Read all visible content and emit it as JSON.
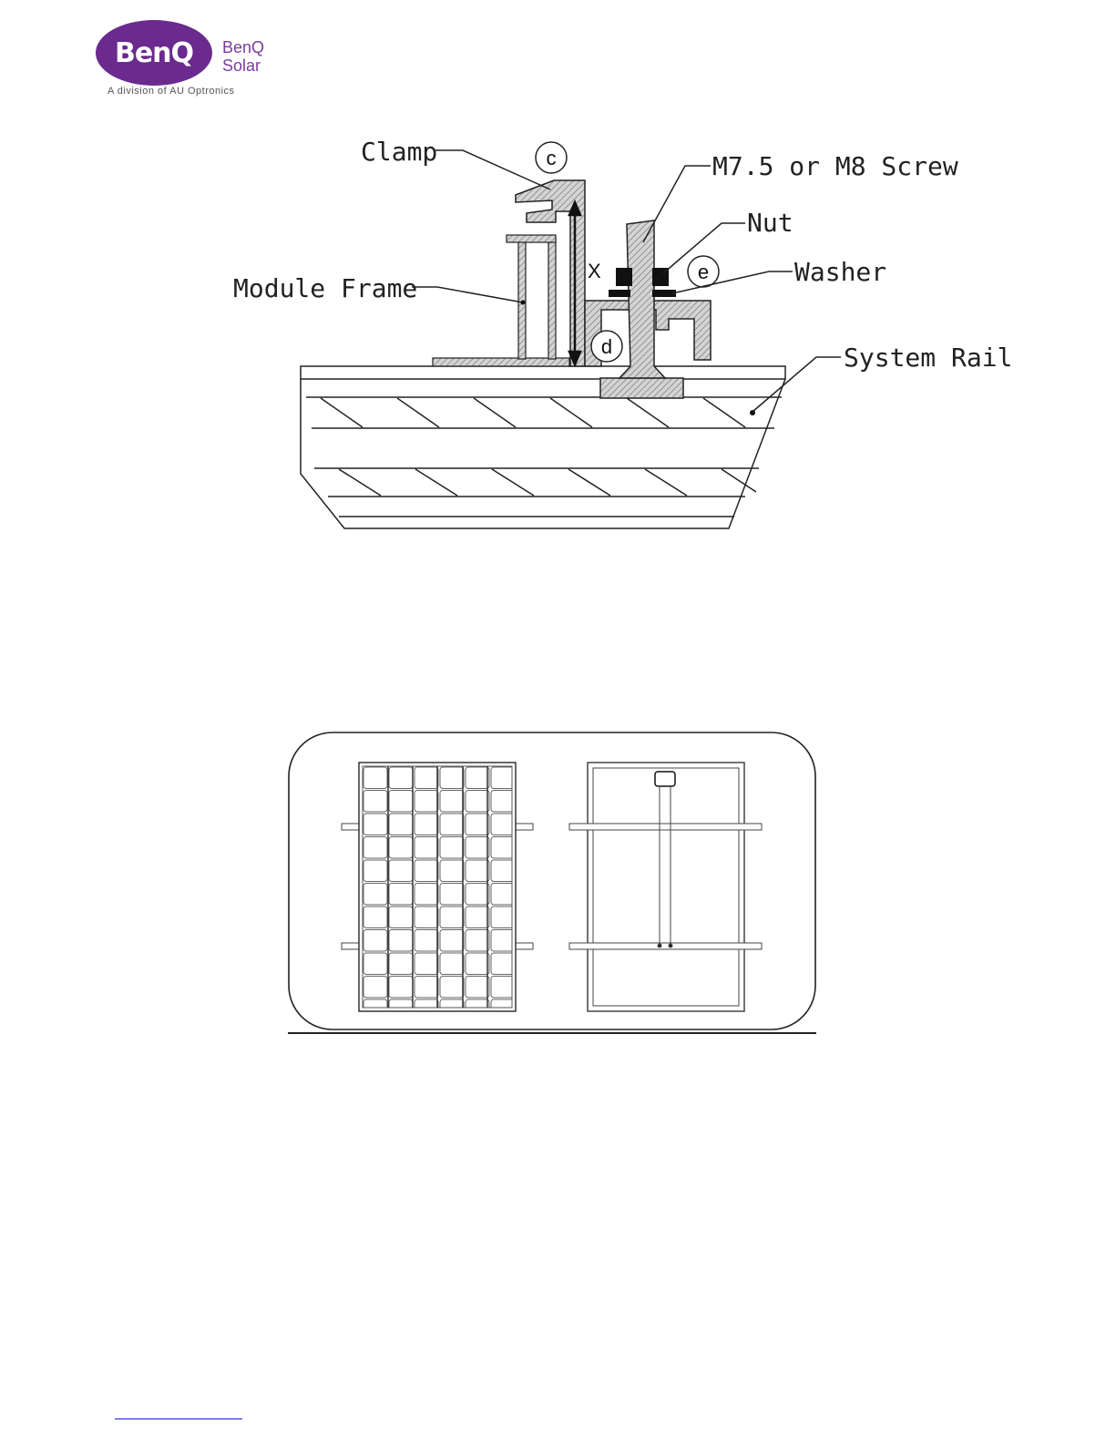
{
  "logo": {
    "mark": "BenQ",
    "brand_line1": "BenQ",
    "brand_line2": "Solar",
    "tagline": "A division of AU Optronics"
  },
  "clamp_diagram": {
    "labels": {
      "clamp": "Clamp",
      "screw": "M7.5 or M8 Screw",
      "nut": "Nut",
      "washer": "Washer",
      "module_frame": "Module Frame",
      "system_rail": "System Rail"
    },
    "markers": {
      "c": "c",
      "d": "d",
      "e": "e",
      "x": "X"
    }
  },
  "colors": {
    "brand_purple": "#6a2a8e",
    "line": "#222222"
  }
}
